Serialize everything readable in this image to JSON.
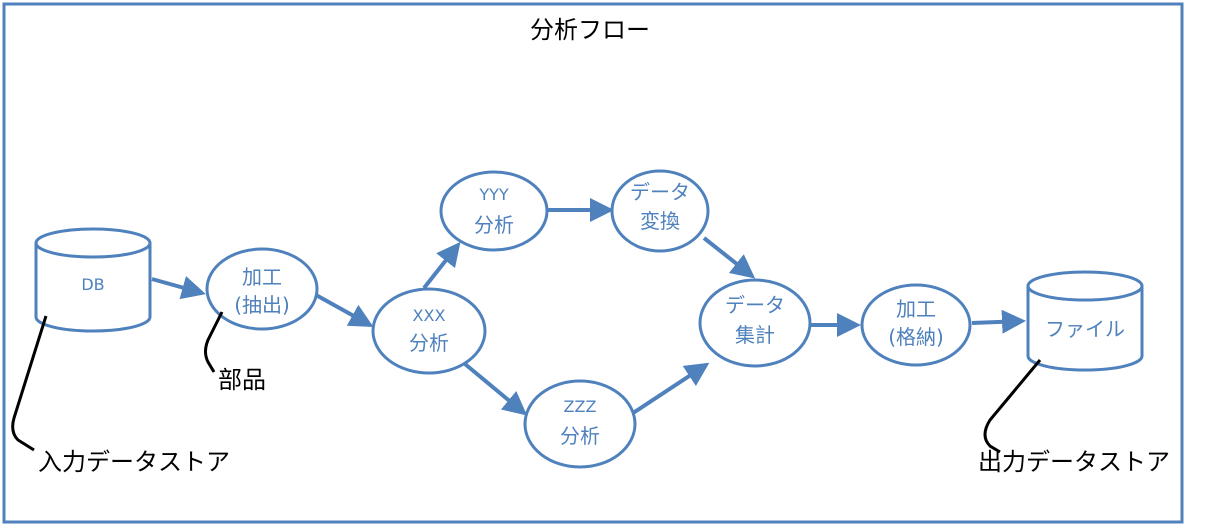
{
  "title": "分析フロー",
  "colors": {
    "accent": "#4f81bd",
    "text": "#000000",
    "background": "#ffffff"
  },
  "nodes": {
    "db": {
      "lines": [
        "DB"
      ]
    },
    "extract": {
      "lines": [
        "加工",
        "(抽出)"
      ]
    },
    "xxx": {
      "lines": [
        "XXX",
        "分析"
      ]
    },
    "yyy": {
      "lines": [
        "YYY",
        "分析"
      ]
    },
    "convert": {
      "lines": [
        "データ",
        "変換"
      ]
    },
    "zzz": {
      "lines": [
        "ZZZ",
        "分析"
      ]
    },
    "aggregate": {
      "lines": [
        "データ",
        "集計"
      ]
    },
    "store": {
      "lines": [
        "加工",
        "(格納)"
      ]
    },
    "file": {
      "lines": [
        "ファイル"
      ]
    }
  },
  "callouts": {
    "parts": "部品",
    "input_store": "入力データストア",
    "output_store": "出力データストア"
  }
}
